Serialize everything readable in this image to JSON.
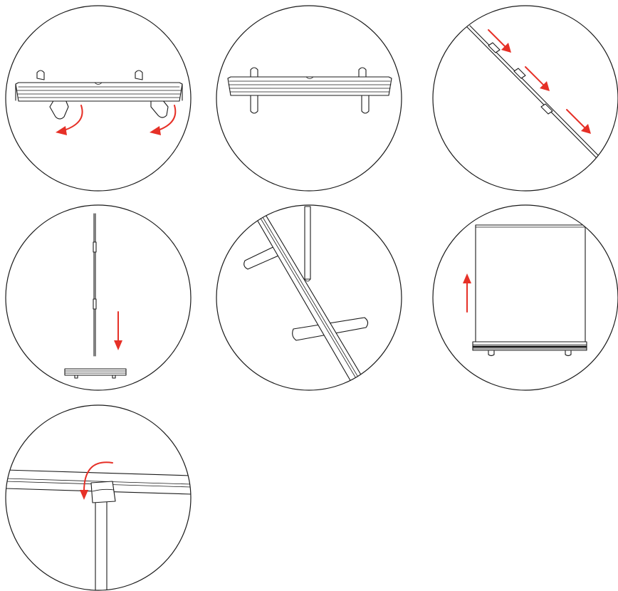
{
  "diagram": {
    "kind": "roll-up banner stand assembly steps",
    "panel_count": 7,
    "colors": {
      "outline": "#1a1a1a",
      "arrow": "#e63027",
      "background": "#ffffff"
    },
    "panels": [
      {
        "step": 1,
        "name": "rotate-feet-out",
        "arrows": [
          "rotate-left-arrow-icon",
          "rotate-right-arrow-icon"
        ]
      },
      {
        "step": 2,
        "name": "feet-extended",
        "arrows": []
      },
      {
        "step": 3,
        "name": "assemble-pole",
        "arrows": [
          "down-right-arrow-icon",
          "down-right-arrow-icon",
          "down-right-arrow-icon"
        ]
      },
      {
        "step": 4,
        "name": "insert-pole-into-base",
        "arrows": [
          "down-arrow-icon"
        ]
      },
      {
        "step": 5,
        "name": "pole-in-base-detail",
        "arrows": []
      },
      {
        "step": 6,
        "name": "pull-banner-up",
        "arrows": [
          "up-arrow-icon"
        ]
      },
      {
        "step": 7,
        "name": "hook-top-rail-onto-pole",
        "arrows": [
          "hook-arrow-icon"
        ]
      }
    ]
  }
}
